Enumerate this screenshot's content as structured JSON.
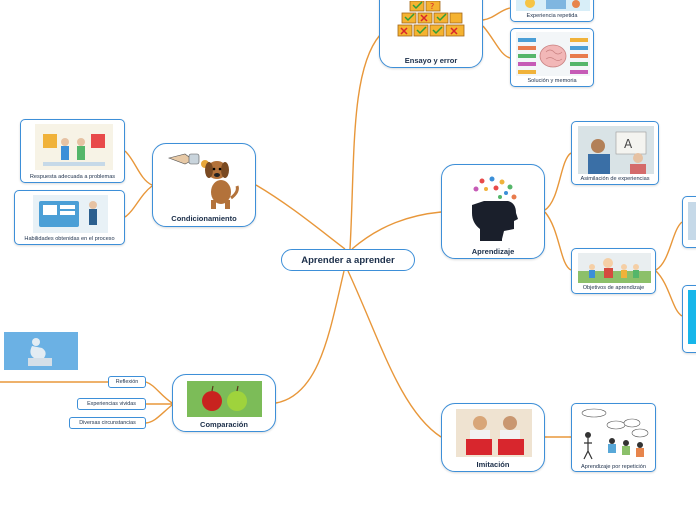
{
  "central": "Aprender a aprender",
  "branches": {
    "ensayo": {
      "label": "Ensayo y error",
      "children": [
        "Experiencia repetida",
        "Solución y memoria"
      ]
    },
    "aprendizaje": {
      "label": "Aprendizaje",
      "children": [
        "Asimilación de experiencias",
        "Objetivos de aprendizaje"
      ]
    },
    "imitacion": {
      "label": "Imitación",
      "children": [
        "Aprendizaje por repetición"
      ]
    },
    "condicionamiento": {
      "label": "Condicionamiento",
      "children": [
        "Respuesta adecuada a problemas",
        "Habilidades obtenidas en el proceso"
      ]
    },
    "comparacion": {
      "label": "Comparación",
      "children": [
        "Reflexión",
        "Experiencias vividas",
        "Diversas circunstancias"
      ]
    }
  },
  "colors": {
    "line": "#e8973a",
    "border": "#3d8fd8",
    "text": "#1c2f4a"
  }
}
